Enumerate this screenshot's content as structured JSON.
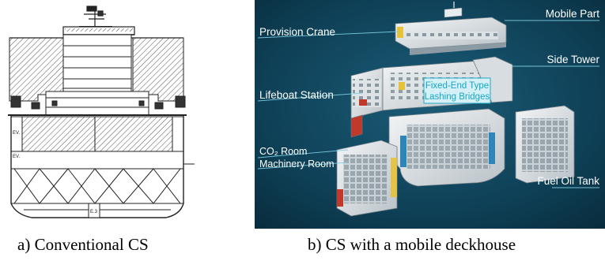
{
  "captions": {
    "a": "a) Conventional CS",
    "b": "b) CS with a mobile deckhouse"
  },
  "drawing_a": {
    "small_labels": [
      "EV.",
      "EV.",
      "E.3"
    ]
  },
  "illustration_b": {
    "labels": {
      "provision_crane": "Provision Crane",
      "mobile_part": "Mobile Part",
      "side_tower": "Side Tower",
      "lifeboat_station": "Lifeboat Station",
      "co2_room": "CO₂ Room",
      "machinery_room": "Machinery Room",
      "fuel_oil_tank": "Fuel Oil Tank",
      "bridges_line1": "Fixed-End Type",
      "bridges_line2": "Lashing Bridges"
    },
    "colors": {
      "background": "#0b3a50",
      "label_line": "#7fd0e6",
      "structure": "#e9ecee",
      "accent_yellow": "#e5c23a",
      "callout_box": "#d6f2f8",
      "callout_text": "#17a6c6"
    }
  }
}
